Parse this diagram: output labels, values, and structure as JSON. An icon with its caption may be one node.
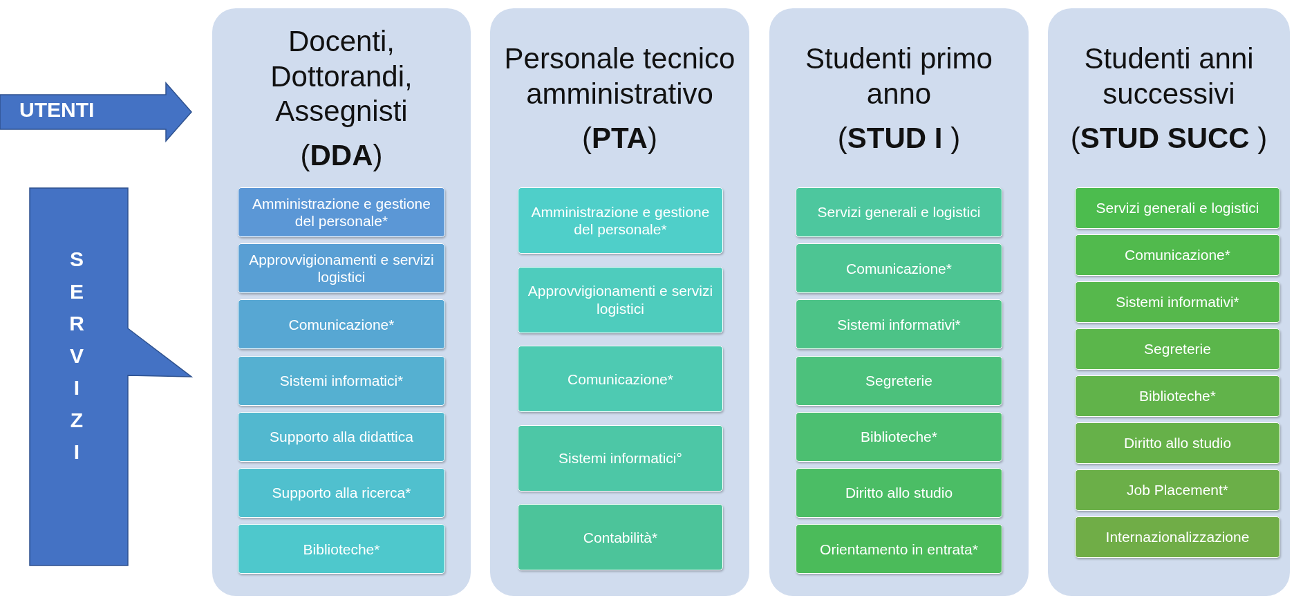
{
  "diagram": {
    "nodes": [
      {
        "text": [
          "UTENTI"
        ]
      },
      {
        "text": [
          "SERVIZI"
        ]
      },
      {
        "text": [
          "Docenti, Dottorandi, Assegnisti",
          "(**DDA**)"
        ]
      },
      {
        "text": [
          "Amministrazione e gestione del personale*"
        ],
        "in": 2
      },
      {
        "text": [
          "Approvvigionamenti e servizi logistici"
        ],
        "in": 2
      },
      {
        "text": [
          "Comunicazione*"
        ],
        "in": 2
      },
      {
        "text": [
          "Sistemi informatici*"
        ],
        "in": 2
      },
      {
        "text": [
          "Supporto alla didattica"
        ],
        "in": 2
      },
      {
        "text": [
          "Supporto alla ricerca*"
        ],
        "in": 2
      },
      {
        "text": [
          "Biblioteche*"
        ],
        "in": 2
      },
      {
        "text": [
          "Personale tecnico amministrativo",
          "(**PTA**)"
        ]
      },
      {
        "text": [
          "Amministrazione e gestione del personale*"
        ],
        "in": 10
      },
      {
        "text": [
          "Approvvigionamenti e servizi logistici"
        ],
        "in": 10
      },
      {
        "text": [
          "Comunicazione*"
        ],
        "in": 10
      },
      {
        "text": [
          "Sistemi informatici°"
        ],
        "in": 10
      },
      {
        "text": [
          "Contabilità*"
        ],
        "in": 10
      },
      {
        "text": [
          "Studenti primo anno",
          "(**STUD I** )"
        ]
      },
      {
        "text": [
          "Servizi generali e logistici"
        ],
        "in": 16
      },
      {
        "text": [
          "Comunicazione*"
        ],
        "in": 16
      },
      {
        "text": [
          "Sistemi informativi*"
        ],
        "in": 16
      },
      {
        "text": [
          "Segreterie"
        ],
        "in": 16
      },
      {
        "text": [
          "Biblioteche*"
        ],
        "in": 16
      },
      {
        "text": [
          "Diritto allo studio"
        ],
        "in": 16
      },
      {
        "text": [
          "Orientamento in entrata*"
        ],
        "in": 16
      },
      {
        "text": [
          "Studenti anni successivi",
          "(**STUD SUCC** )"
        ]
      },
      {
        "text": [
          "Servizi generali e logistici"
        ],
        "in": 24
      },
      {
        "text": [
          "Comunicazione*"
        ],
        "in": 24
      },
      {
        "text": [
          "Sistemi informativi*"
        ],
        "in": 24
      },
      {
        "text": [
          "Segreterie"
        ],
        "in": 24
      },
      {
        "text": [
          "Biblioteche*"
        ],
        "in": 24
      },
      {
        "text": [
          "Diritto allo studio"
        ],
        "in": 24
      },
      {
        "text": [
          "Job Placement*"
        ],
        "in": 24
      },
      {
        "text": [
          "Internazionalizzazione"
        ],
        "in": 24
      }
    ],
    "edges": []
  }
}
